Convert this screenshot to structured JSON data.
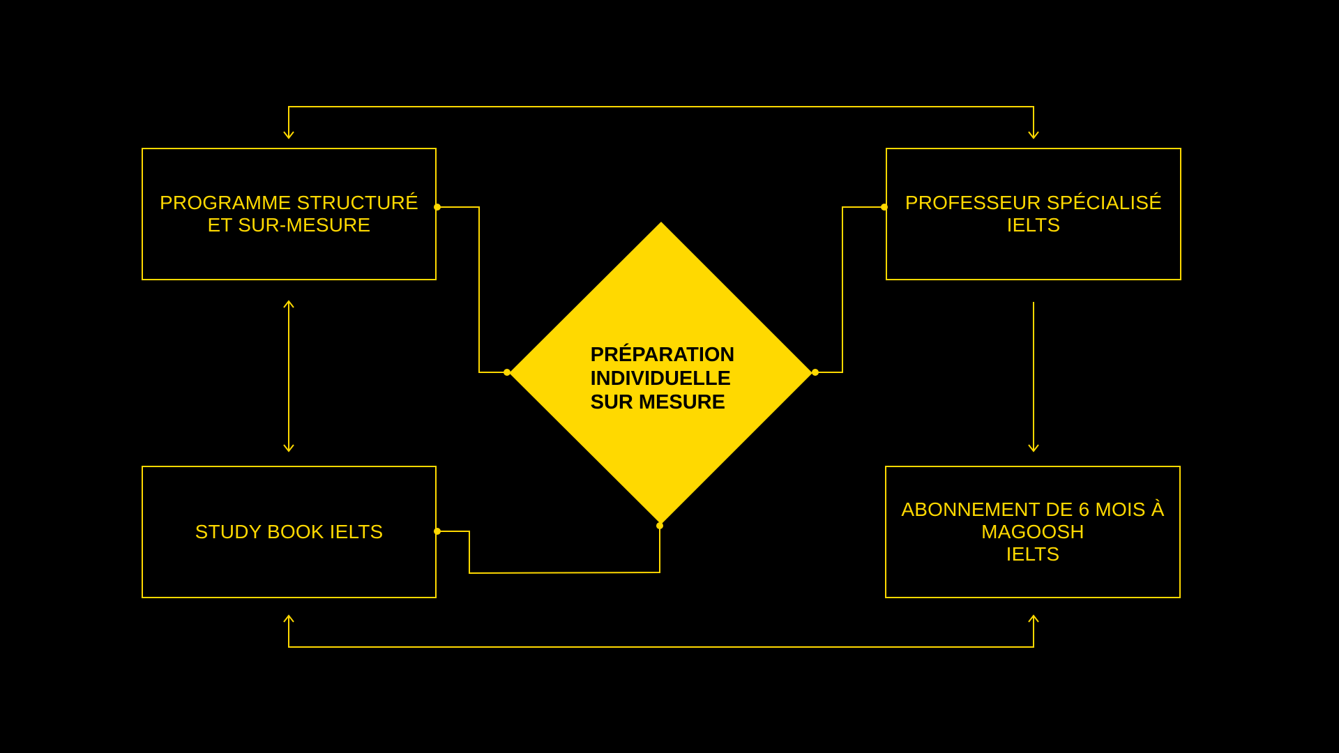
{
  "colors": {
    "background": "#000000",
    "accent": "#FFD900",
    "center_text": "#000000"
  },
  "center": {
    "label": "PRÉPARATION\nINDIVIDUELLE\nSUR MESURE"
  },
  "boxes": {
    "top_left": "PROGRAMME STRUCTURÉ\nET SUR-MESURE",
    "top_right": "PROFESSEUR SPÉCIALISÉ\nIELTS",
    "bottom_left": "STUDY BOOK IELTS",
    "bottom_right": "ABONNEMENT DE 6 MOIS À\nMAGOOSH\nIELTS"
  }
}
